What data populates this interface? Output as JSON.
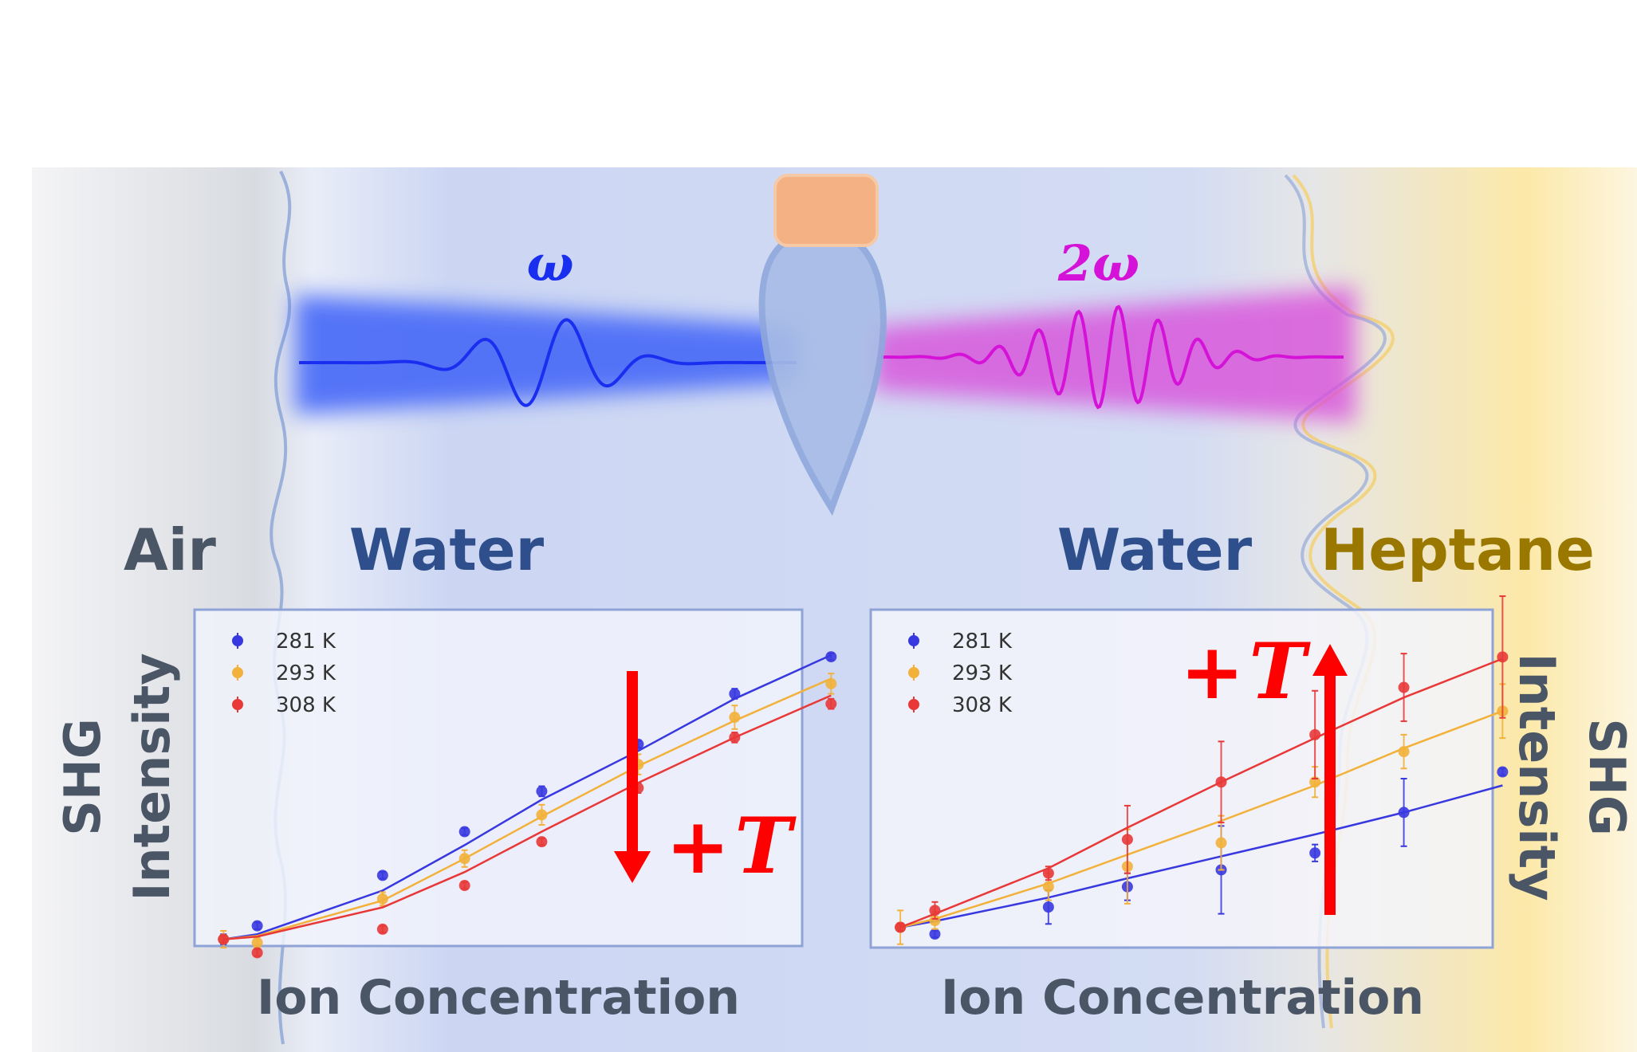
{
  "labels": {
    "omega": "ω",
    "two_omega": "2ω",
    "air": "Air",
    "water_left": "Water",
    "water_right": "Water",
    "heptane": "Heptane",
    "shg_left": "SHG",
    "intensity_left": "Intensity",
    "shg_right": "SHG",
    "intensity_right": "Intensity",
    "xlabel_left": "Ion Concentration",
    "xlabel_right": "Ion Concentration",
    "plus_sign": "+",
    "temp_symbol": "T"
  },
  "colors": {
    "air": "#d7dadf",
    "water": "#cfd8f3",
    "heptane": "#fce8a8",
    "label_blue": "#2e4f8c",
    "label_gray": "#4a5565",
    "label_gold": "#9a7800",
    "beam_omega": "#4d6ef8",
    "beam_two_omega": "#d84fdb",
    "arrow_red": "#ff0000",
    "series_281": "#3838e0",
    "series_293": "#f2b13a",
    "series_308": "#e83838",
    "tip_body": "#a8bce6",
    "tip_holder": "#f4b183"
  },
  "chart_data": [
    {
      "type": "scatter",
      "panel": "air-water",
      "xlabel": "Ion Concentration",
      "ylabel": "SHG Intensity",
      "xlim": [
        0,
        12.6
      ],
      "ylim": [
        0,
        10
      ],
      "annotation": "+T",
      "annotation_direction": "down",
      "series": [
        {
          "name": "281 K",
          "color": "#3838e0",
          "points": [
            [
              0.6,
              0.2
            ],
            [
              1.3,
              0.6
            ],
            [
              3.9,
              2.1
            ],
            [
              5.6,
              3.4
            ],
            [
              7.2,
              4.6
            ],
            [
              9.2,
              6.0
            ],
            [
              11.2,
              7.5
            ],
            [
              13.2,
              8.6
            ]
          ],
          "err": [
            0.15,
            0.1,
            0.1,
            0.1,
            0.15,
            0.1,
            0.15,
            0.1
          ],
          "fit": [
            [
              0.6,
              0.2
            ],
            [
              1.3,
              0.35
            ],
            [
              3.9,
              1.65
            ],
            [
              5.6,
              3.0
            ],
            [
              7.2,
              4.35
            ],
            [
              9.2,
              5.8
            ],
            [
              11.2,
              7.35
            ],
            [
              13.2,
              8.65
            ]
          ]
        },
        {
          "name": "293 K",
          "color": "#f2b13a",
          "points": [
            [
              0.6,
              0.2
            ],
            [
              1.3,
              0.1
            ],
            [
              3.9,
              1.4
            ],
            [
              5.6,
              2.6
            ],
            [
              7.2,
              3.9
            ],
            [
              9.2,
              5.4
            ],
            [
              11.2,
              6.8
            ],
            [
              13.2,
              7.8
            ]
          ],
          "err": [
            0.25,
            0.15,
            0.2,
            0.25,
            0.3,
            0.3,
            0.35,
            0.3
          ],
          "fit": [
            [
              0.6,
              0.2
            ],
            [
              1.3,
              0.3
            ],
            [
              3.9,
              1.35
            ],
            [
              5.6,
              2.6
            ],
            [
              7.2,
              3.85
            ],
            [
              9.2,
              5.35
            ],
            [
              11.2,
              6.7
            ],
            [
              13.2,
              7.95
            ]
          ]
        },
        {
          "name": "308 K",
          "color": "#e83838",
          "points": [
            [
              0.6,
              0.2
            ],
            [
              1.3,
              -0.2
            ],
            [
              3.9,
              0.5
            ],
            [
              5.6,
              1.8
            ],
            [
              7.2,
              3.1
            ],
            [
              9.2,
              4.7
            ],
            [
              11.2,
              6.2
            ],
            [
              13.2,
              7.2
            ]
          ],
          "err": [
            0.1,
            0.1,
            0.1,
            0.1,
            0.1,
            0.15,
            0.15,
            0.15
          ],
          "fit": [
            [
              0.6,
              0.2
            ],
            [
              1.3,
              0.28
            ],
            [
              3.9,
              1.15
            ],
            [
              5.6,
              2.2
            ],
            [
              7.2,
              3.4
            ],
            [
              9.2,
              4.85
            ],
            [
              11.2,
              6.2
            ],
            [
              13.2,
              7.45
            ]
          ]
        }
      ]
    },
    {
      "type": "scatter",
      "panel": "water-heptane",
      "xlabel": "Ion Concentration",
      "ylabel": "SHG Intensity",
      "xlim": [
        0,
        12.6
      ],
      "ylim": [
        0,
        10
      ],
      "annotation": "+T",
      "annotation_direction": "up",
      "series": [
        {
          "name": "281 K",
          "color": "#3838e0",
          "points": [
            [
              0.6,
              0.6
            ],
            [
              1.3,
              0.4
            ],
            [
              3.6,
              1.2
            ],
            [
              5.2,
              1.8
            ],
            [
              7.1,
              2.3
            ],
            [
              9.0,
              2.8
            ],
            [
              10.8,
              4.0
            ],
            [
              12.8,
              5.2
            ]
          ],
          "err": [
            0.1,
            0.1,
            0.5,
            0.4,
            1.3,
            0.25,
            1.0,
            0.1
          ],
          "fit": [
            [
              0.6,
              0.6
            ],
            [
              1.3,
              0.78
            ],
            [
              3.6,
              1.48
            ],
            [
              5.2,
              2.05
            ],
            [
              7.1,
              2.7
            ],
            [
              9.0,
              3.35
            ],
            [
              10.8,
              4.0
            ],
            [
              12.8,
              4.8
            ]
          ]
        },
        {
          "name": "293 K",
          "color": "#f2b13a",
          "points": [
            [
              0.6,
              0.6
            ],
            [
              1.3,
              0.8
            ],
            [
              3.6,
              1.8
            ],
            [
              5.2,
              2.4
            ],
            [
              7.1,
              3.1
            ],
            [
              9.0,
              4.9
            ],
            [
              10.8,
              5.8
            ],
            [
              12.8,
              7.0
            ]
          ],
          "err": [
            0.5,
            0.25,
            0.4,
            1.1,
            0.8,
            0.45,
            0.5,
            0.8
          ],
          "fit": [
            [
              0.6,
              0.6
            ],
            [
              1.3,
              0.85
            ],
            [
              3.6,
              1.9
            ],
            [
              5.2,
              2.75
            ],
            [
              7.1,
              3.75
            ],
            [
              9.0,
              4.8
            ],
            [
              10.8,
              5.9
            ],
            [
              12.8,
              7.0
            ]
          ]
        },
        {
          "name": "308 K",
          "color": "#e83838",
          "points": [
            [
              0.6,
              0.6
            ],
            [
              1.3,
              1.1
            ],
            [
              3.6,
              2.2
            ],
            [
              5.2,
              3.2
            ],
            [
              7.1,
              4.9
            ],
            [
              9.0,
              6.3
            ],
            [
              10.8,
              7.7
            ],
            [
              12.8,
              8.6
            ]
          ],
          "err": [
            0.1,
            0.25,
            0.2,
            1.0,
            1.2,
            1.3,
            1.0,
            1.8
          ],
          "fit": [
            [
              0.6,
              0.6
            ],
            [
              1.3,
              1.0
            ],
            [
              3.6,
              2.35
            ],
            [
              5.2,
              3.55
            ],
            [
              7.1,
              4.9
            ],
            [
              9.0,
              6.2
            ],
            [
              10.8,
              7.4
            ],
            [
              12.8,
              8.55
            ]
          ]
        }
      ]
    }
  ]
}
